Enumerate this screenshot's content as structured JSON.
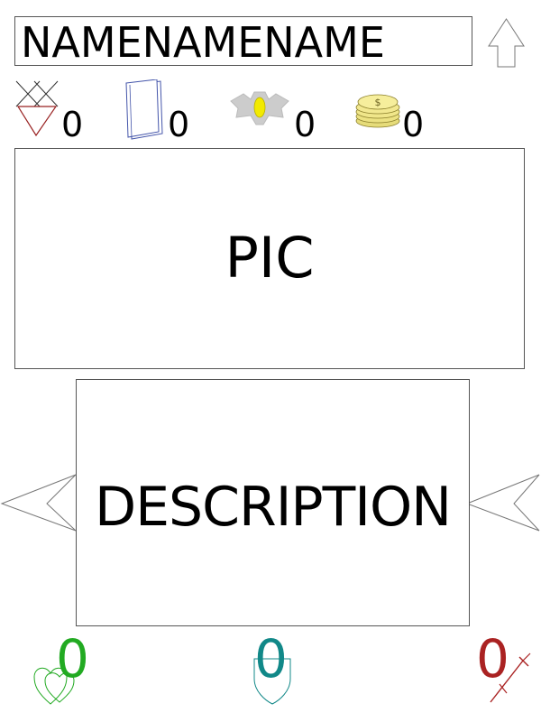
{
  "header": {
    "name": "NAMENAMENAME"
  },
  "resources": [
    {
      "icon": "triangle-fork-icon",
      "count": "0"
    },
    {
      "icon": "book-icon",
      "count": "0"
    },
    {
      "icon": "gem-mount-icon",
      "count": "0"
    },
    {
      "icon": "coin-stack-icon",
      "count": "0"
    }
  ],
  "main": {
    "pic_label": "PIC",
    "description_label": "DESCRIPTION"
  },
  "stats": {
    "heart": {
      "icon": "heart-icon",
      "count": "0",
      "color": "#22aa22"
    },
    "shield": {
      "icon": "shield-icon",
      "count": "0",
      "color": "#118888"
    },
    "sword": {
      "icon": "sword-icon",
      "count": "0",
      "color": "#aa2222"
    }
  }
}
